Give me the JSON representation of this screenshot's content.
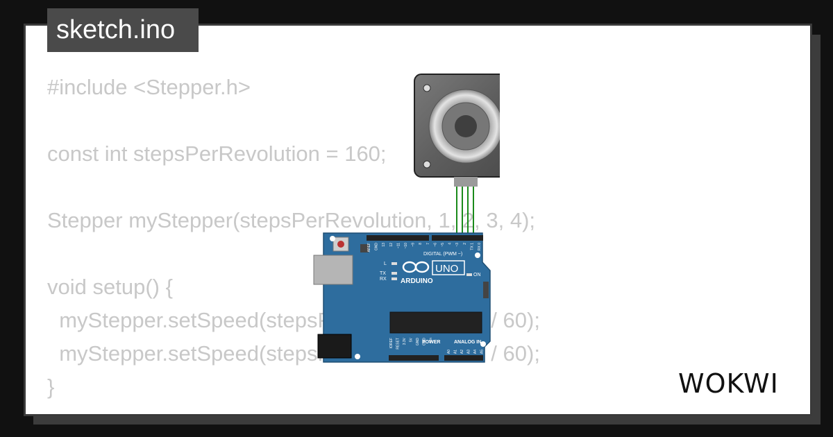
{
  "file_tab": {
    "label": "sketch.ino"
  },
  "code_lines": [
    "#include <Stepper.h>",
    "",
    "const int stepsPerRevolution = 160;",
    "",
    "Stepper myStepper(stepsPerRevolution, 1, 2, 3, 4);",
    "",
    "void setup() {",
    "  myStepper.setSpeed(stepsPerRevolution * 5 / 60);",
    "  myStepper.setSpeed(stepsPerRevolution * 2 / 60);",
    "}"
  ],
  "board": {
    "brand": "ARDUINO",
    "model": "UNO",
    "digital_header_label": "DIGITAL (PWM ~)",
    "power_label": "POWER",
    "analog_label": "ANALOG IN",
    "led_labels": [
      "L",
      "TX",
      "RX",
      "ON"
    ],
    "digital_pins": [
      "AREF",
      "GND",
      "13",
      "12",
      "~11",
      "~10",
      "~9",
      "8",
      "7",
      "~6",
      "~5",
      "4",
      "~3",
      "2",
      "TX 1",
      "RX 0"
    ],
    "power_pins": [
      "IOREF",
      "RESET",
      "3.3V",
      "5V",
      "GND",
      "GND",
      "Vin"
    ],
    "analog_pins": [
      "A0",
      "A1",
      "A2",
      "A3",
      "A4",
      "A5"
    ]
  },
  "colors": {
    "board_blue": "#2e6d9e",
    "wire_green": "#1a8a1a",
    "code_gray": "#c8c8c8"
  },
  "logo": {
    "text": "WOKWI"
  }
}
